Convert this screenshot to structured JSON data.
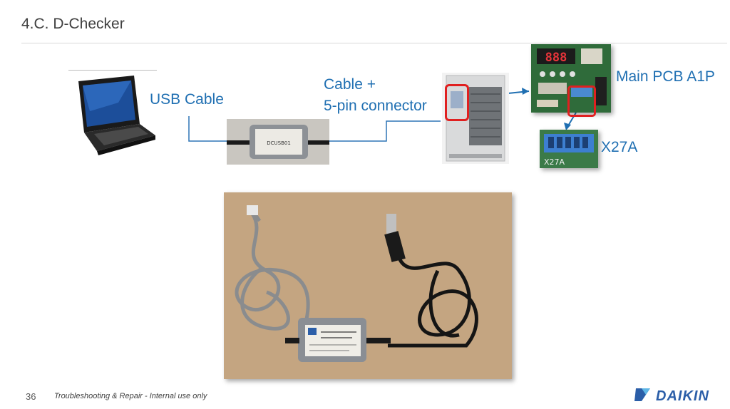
{
  "slide": {
    "title": "4.C. D-Checker",
    "footer_page": "36",
    "footer_text": "Troubleshooting & Repair - Internal use only",
    "brand": "DAIKIN"
  },
  "labels": {
    "usb_cable": "USB Cable",
    "cable_line1": "Cable +",
    "cable_line2": "5-pin connector",
    "main_pcb": "Main PCB A1P",
    "connector": "X27A"
  },
  "images": {
    "laptop": "laptop-icon",
    "adapter": "usb-adapter-photo",
    "outdoor_unit": "outdoor-unit-photo",
    "pcb": "pcb-photo",
    "x27a": "connector-closeup-photo",
    "checker_kit": "d-checker-kit-photo"
  },
  "pcb_display": "888",
  "pcb_connector_text": "X27A",
  "adapter_text": "DCUSB01",
  "colors": {
    "accent": "#1f6fb2",
    "highlight": "#e02020",
    "brand": "#2b5ea8",
    "connector_line": "#2e75b6"
  }
}
